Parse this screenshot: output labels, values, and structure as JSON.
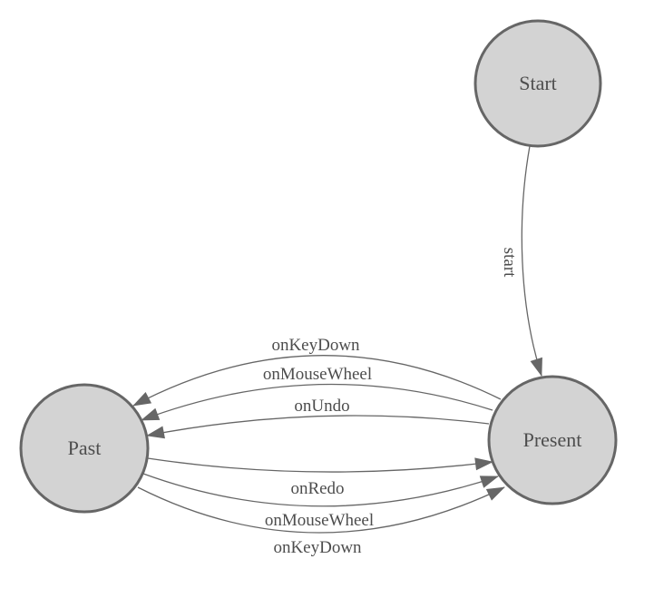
{
  "diagram": {
    "type": "state-machine",
    "background_color": "#ffffff",
    "node_fill_color": "#d3d3d3",
    "node_stroke_color": "#666666",
    "edge_color": "#666666",
    "text_color": "#4d4d4d",
    "nodes": [
      {
        "id": "start",
        "label": "Start"
      },
      {
        "id": "past",
        "label": "Past"
      },
      {
        "id": "present",
        "label": "Present"
      }
    ],
    "edges": [
      {
        "label": "start",
        "from": "Start",
        "to": "Present"
      },
      {
        "label": "onKeyDown",
        "from": "Present",
        "to": "Past"
      },
      {
        "label": "onMouseWheel",
        "from": "Present",
        "to": "Past"
      },
      {
        "label": "onUndo",
        "from": "Present",
        "to": "Past"
      },
      {
        "label": "onRedo",
        "from": "Past",
        "to": "Present"
      },
      {
        "label": "onMouseWheel",
        "from": "Past",
        "to": "Present"
      },
      {
        "label": "onKeyDown",
        "from": "Past",
        "to": "Present"
      }
    ]
  }
}
